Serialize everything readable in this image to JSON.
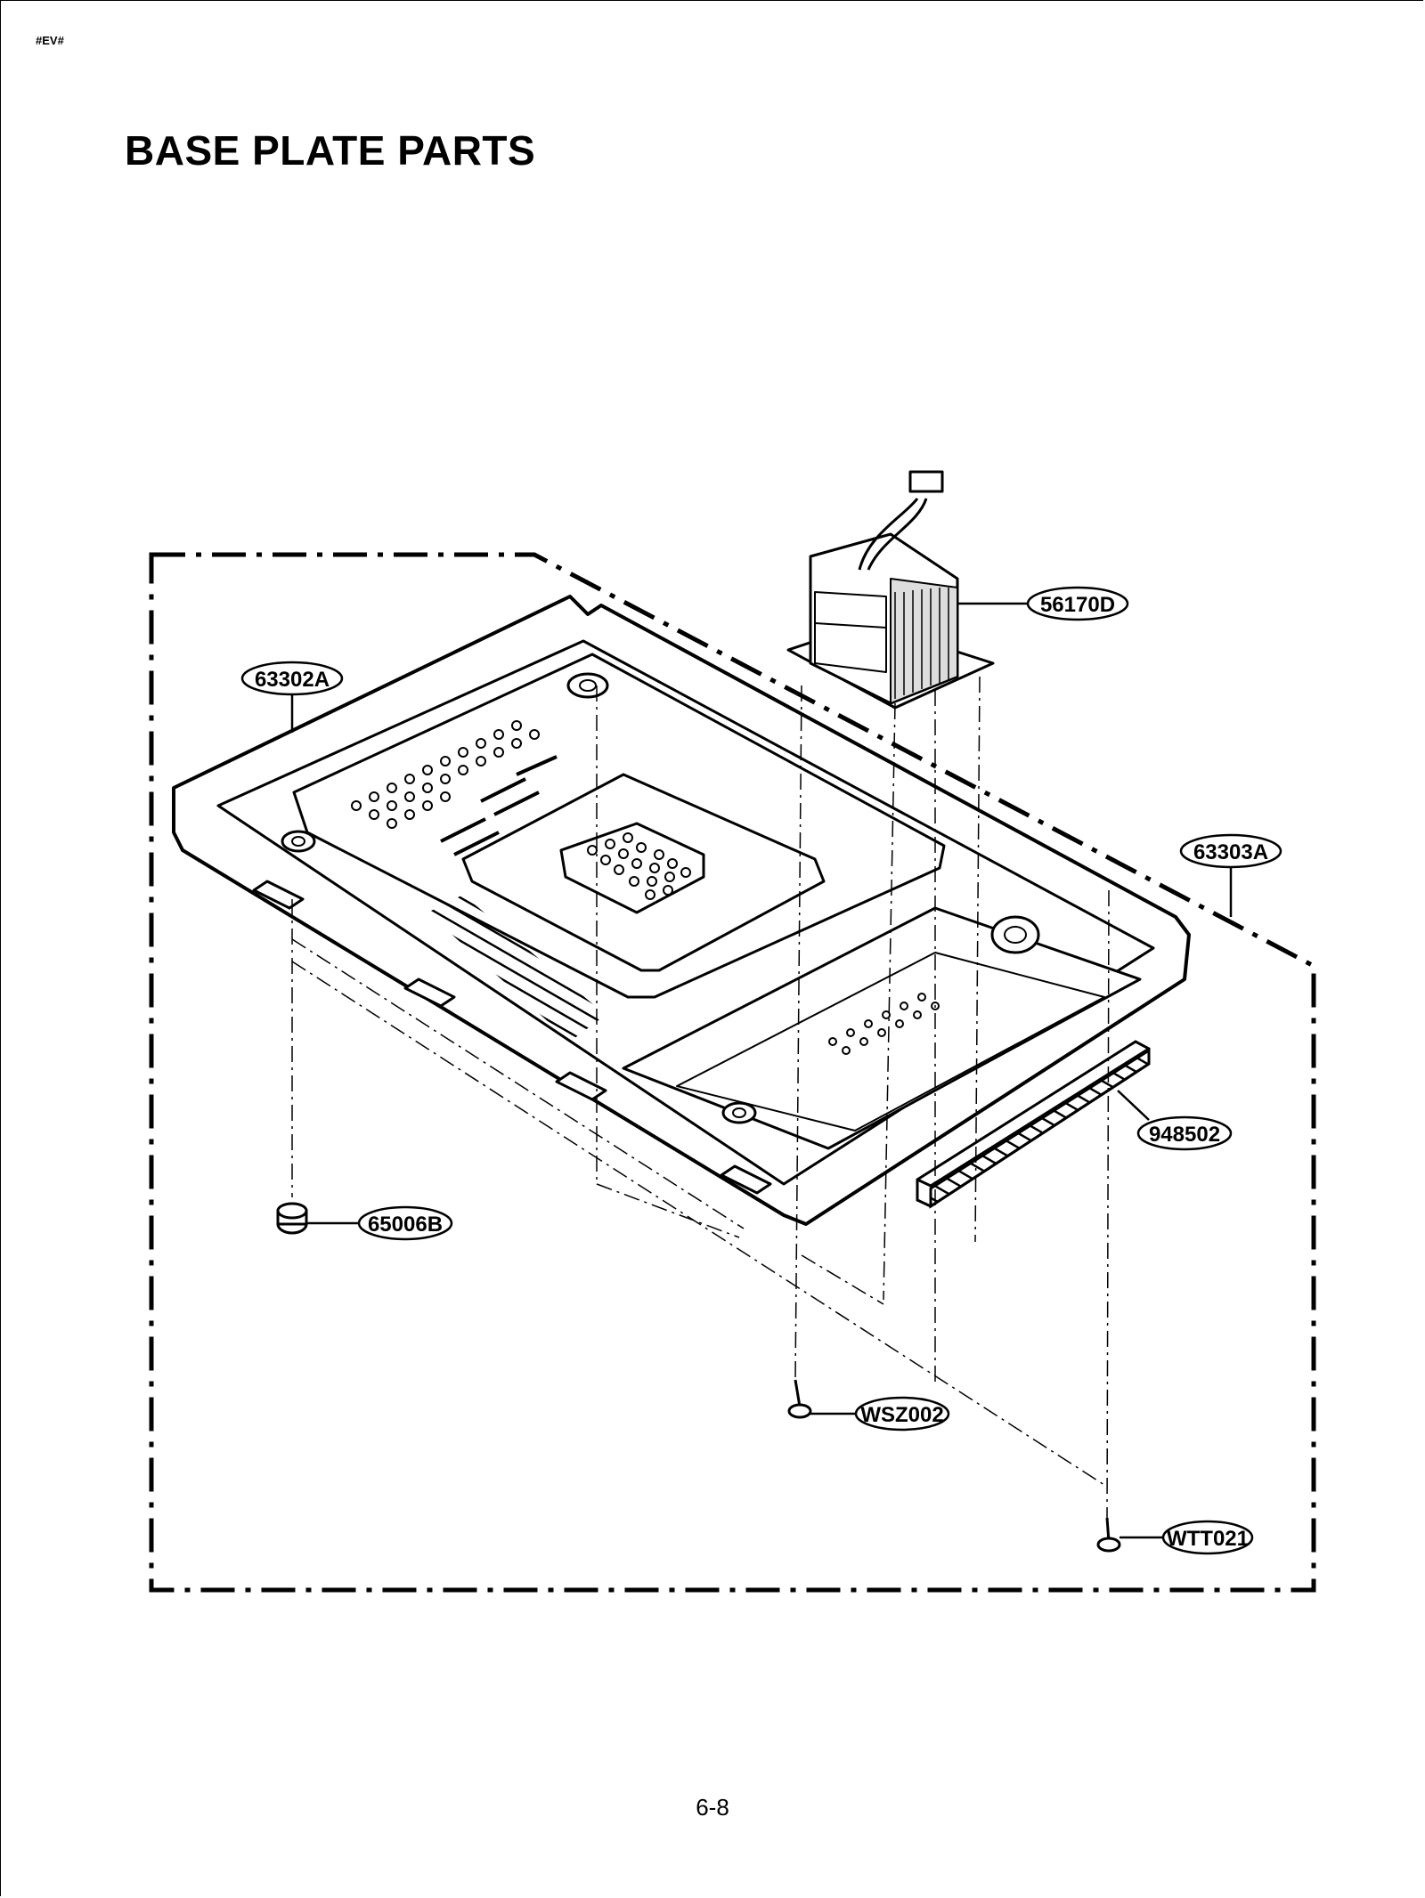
{
  "page": {
    "corner_mark": "#EV#",
    "title": "BASE PLATE PARTS",
    "page_number": "6-8"
  },
  "callouts": {
    "transformer": "56170D",
    "base_plate_left": "63302A",
    "base_plate_right": "63303A",
    "foot": "65006B",
    "bracket": "948502",
    "screw_wsz": "WSZ002",
    "screw_wtt": "WTT021"
  }
}
